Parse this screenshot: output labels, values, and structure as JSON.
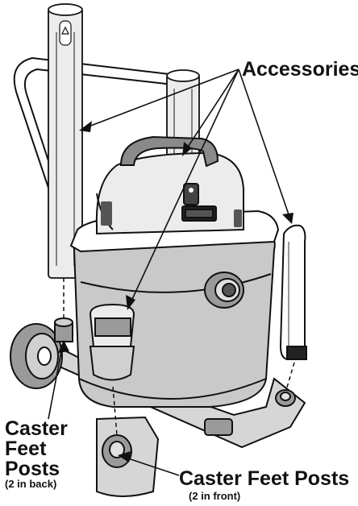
{
  "labels": {
    "accessories": "Accessories",
    "back_line1": "Caster",
    "back_line2": "Feet",
    "back_line3": "Posts",
    "back_note": "(2 in back)",
    "front_title": "Caster Feet Posts",
    "front_note": "(2 in front)"
  },
  "colors": {
    "line": "#111111",
    "body_gray": "#c9c9c9",
    "dark_gray": "#8a8a8a",
    "light_gray": "#ececec",
    "white": "#ffffff"
  },
  "icons": {
    "motor_label": "brand-badge",
    "handle_lock": "arrow-up-icon"
  }
}
